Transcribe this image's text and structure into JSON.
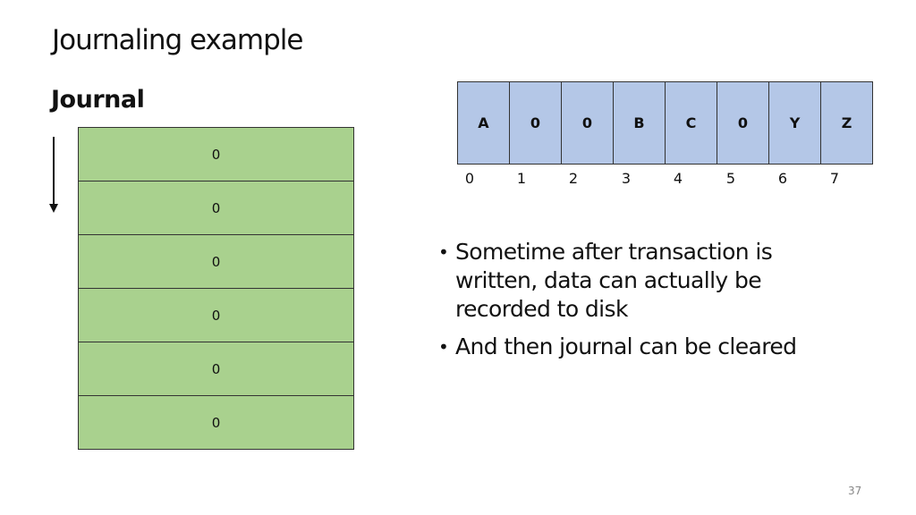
{
  "slide": {
    "title": "Journaling example",
    "page_number": "37"
  },
  "journal": {
    "heading": "Journal",
    "cells": [
      "0",
      "0",
      "0",
      "0",
      "0",
      "0"
    ],
    "color": "#a9d18e"
  },
  "disk": {
    "cells": [
      "A",
      "0",
      "0",
      "B",
      "C",
      "0",
      "Y",
      "Z"
    ],
    "indices": [
      "0",
      "1",
      "2",
      "3",
      "4",
      "5",
      "6",
      "7"
    ],
    "color": "#b4c7e7"
  },
  "bullets": [
    "Sometime after transaction is written, data can actually be recorded to disk",
    "And then journal can be cleared"
  ]
}
